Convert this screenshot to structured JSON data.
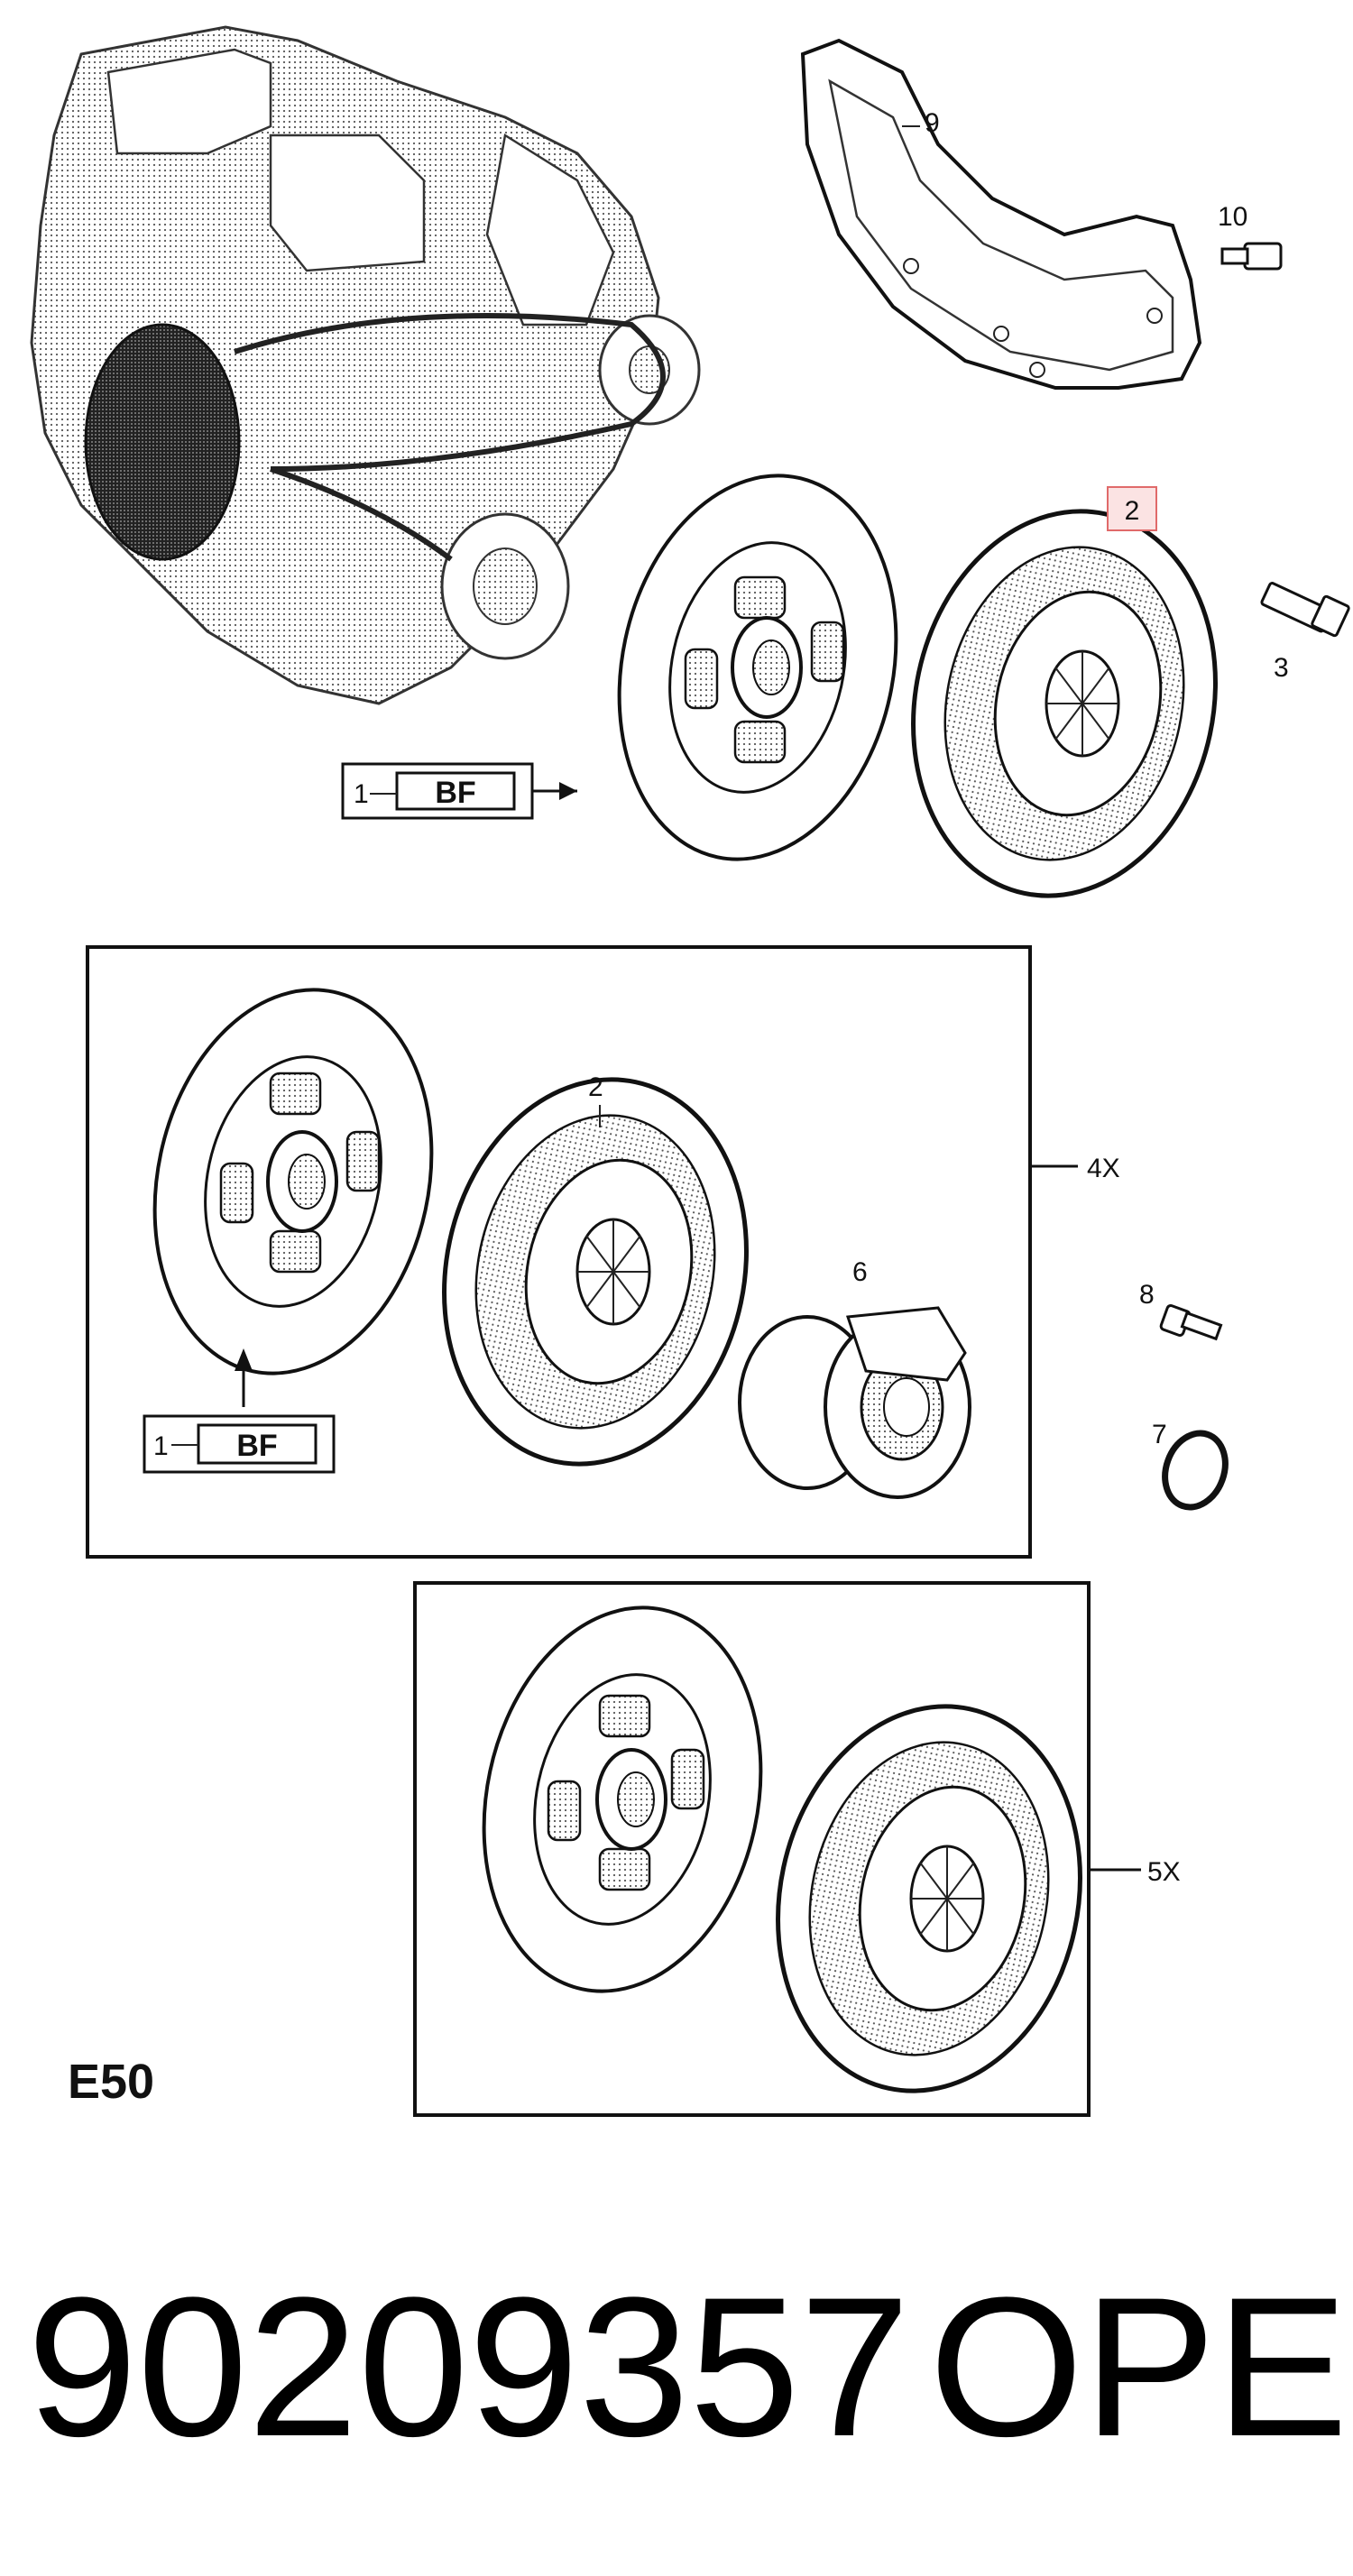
{
  "callouts": {
    "part_9": "9",
    "part_10": "10",
    "part_2_highlight": "2",
    "part_3": "3",
    "part_2_kit": "2",
    "part_6": "6",
    "part_8": "8",
    "part_7": "7",
    "kit_4x": "4X",
    "kit_5x": "5X"
  },
  "notes": {
    "note1_number": "1",
    "note1_code": "BF",
    "note2_number": "1",
    "note2_code": "BF"
  },
  "section_code": "E50",
  "part_number": "90209357",
  "brand": "OPEL",
  "colors": {
    "highlight_border": "#e06a6a",
    "highlight_fill": "#fbe3e3"
  }
}
